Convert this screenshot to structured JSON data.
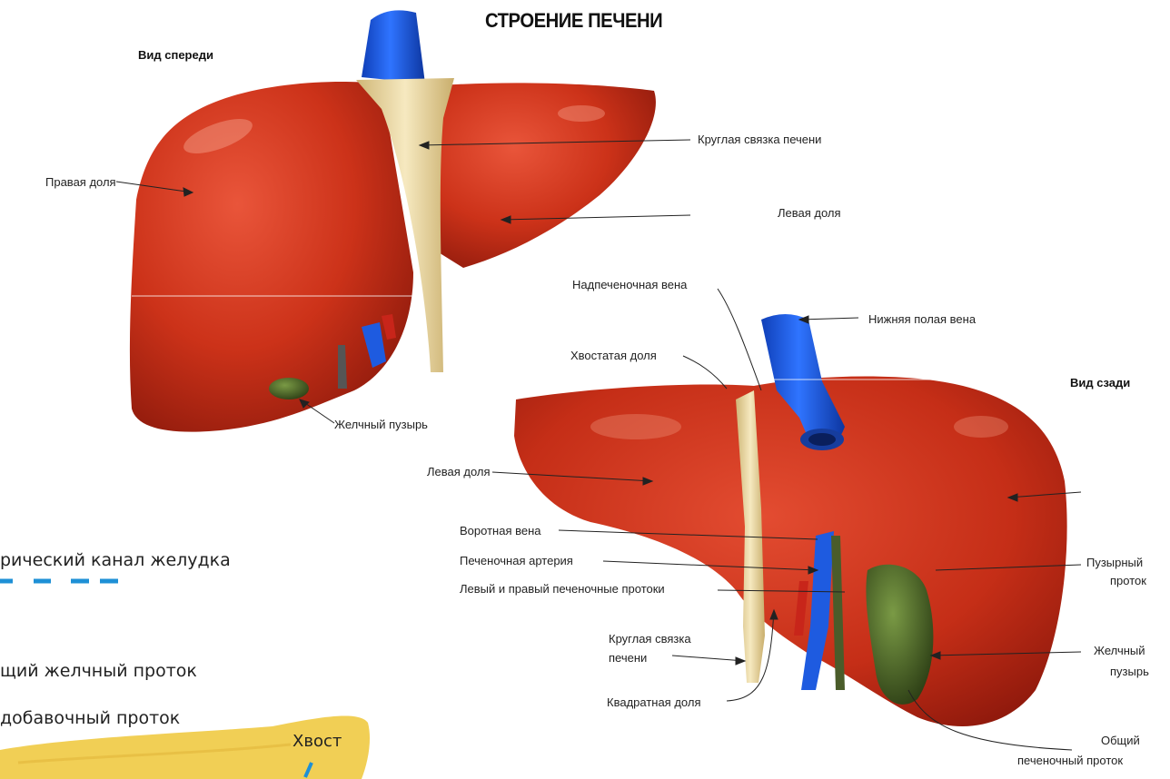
{
  "title": "СТРОЕНИЕ ПЕЧЕНИ",
  "front_view": {
    "heading": "Вид спереди",
    "labels": {
      "right_lobe": "Правая доля",
      "round_ligament": "Круглая связка печени",
      "left_lobe": "Левая доля",
      "gallbladder": "Желчный пузырь"
    }
  },
  "back_view": {
    "heading": "Вид сзади",
    "labels": {
      "hepatic_vein": "Надпеченочная вена",
      "inferior_vena_cava": "Нижняя полая вена",
      "caudate_lobe": "Хвостатая доля",
      "left_lobe": "Левая доля",
      "portal_vein": "Воротная вена",
      "hepatic_artery": "Печеночная артерия",
      "hepatic_ducts": "Левый и правый печеночные протоки",
      "cystic_duct_1": "Пузырный",
      "cystic_duct_2": "проток",
      "round_ligament_1": "Круглая связка",
      "round_ligament_2": "печени",
      "gallbladder_1": "Желчный",
      "gallbladder_2": "пузырь",
      "quadrate_lobe": "Квадратная доля",
      "common_duct_1": "Общий",
      "common_duct_2": "печеночный проток"
    }
  },
  "overlay_labels": {
    "pyloric": "рический канал желудка",
    "common_bile": "щий желчный проток",
    "accessory": "добавочный проток",
    "tail": "Хвост"
  },
  "colors": {
    "liver": "#c8301a",
    "vein": "#1e5be0",
    "ligament": "#e8d7a0",
    "gallbladder": "#4e6a2c",
    "pancreas": "#f1cf55",
    "dash": "#1e90d6"
  }
}
